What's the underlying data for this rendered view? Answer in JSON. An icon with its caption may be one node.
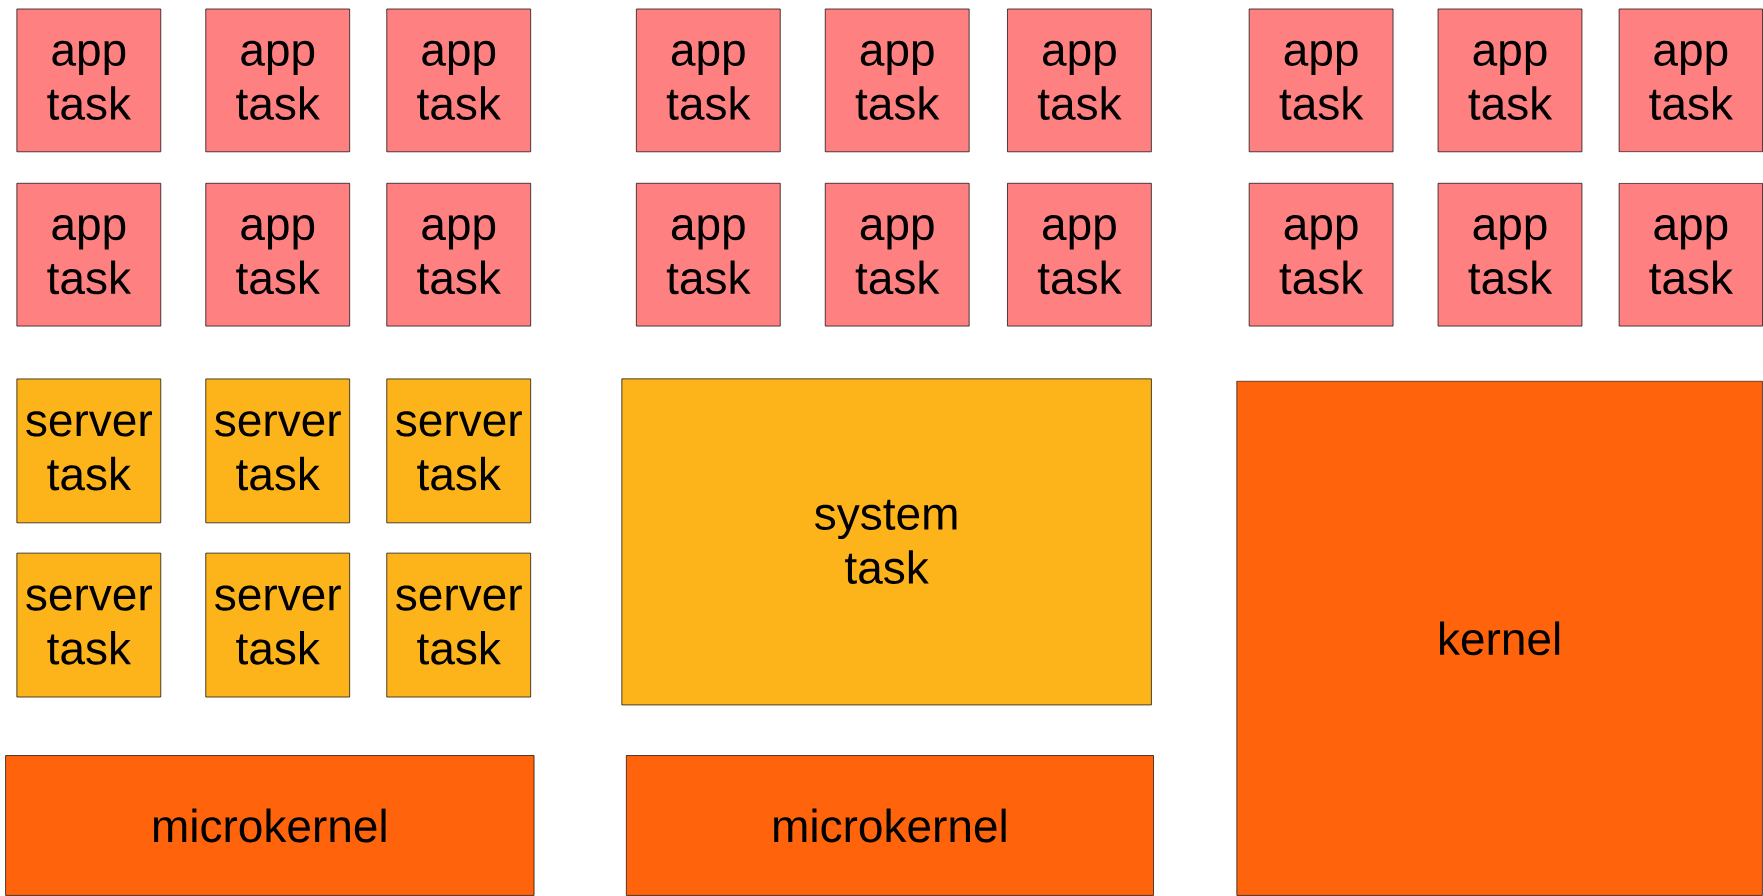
{
  "diagram": {
    "nodes": [
      {
        "text": [
          "app task"
        ]
      },
      {
        "text": [
          "app task"
        ]
      },
      {
        "text": [
          "app task"
        ]
      },
      {
        "text": [
          "app task"
        ]
      },
      {
        "text": [
          "app task"
        ]
      },
      {
        "text": [
          "app task"
        ]
      },
      {
        "text": [
          "app task"
        ]
      },
      {
        "text": [
          "app task"
        ]
      },
      {
        "text": [
          "app task"
        ]
      },
      {
        "text": [
          "app task"
        ]
      },
      {
        "text": [
          "app task"
        ]
      },
      {
        "text": [
          "app task"
        ]
      },
      {
        "text": [
          "app task"
        ]
      },
      {
        "text": [
          "app task"
        ]
      },
      {
        "text": [
          "app task"
        ]
      },
      {
        "text": [
          "app task"
        ]
      },
      {
        "text": [
          "app task"
        ]
      },
      {
        "text": [
          "app task"
        ]
      },
      {
        "text": [
          "server task"
        ]
      },
      {
        "text": [
          "server task"
        ]
      },
      {
        "text": [
          "server task"
        ]
      },
      {
        "text": [
          "system task"
        ]
      },
      {
        "text": [
          "kernel"
        ]
      },
      {
        "text": [
          "server task"
        ]
      },
      {
        "text": [
          "server task"
        ]
      },
      {
        "text": [
          "server task"
        ]
      },
      {
        "text": [
          "microkernel"
        ]
      },
      {
        "text": [
          "microkernel"
        ]
      }
    ]
  }
}
